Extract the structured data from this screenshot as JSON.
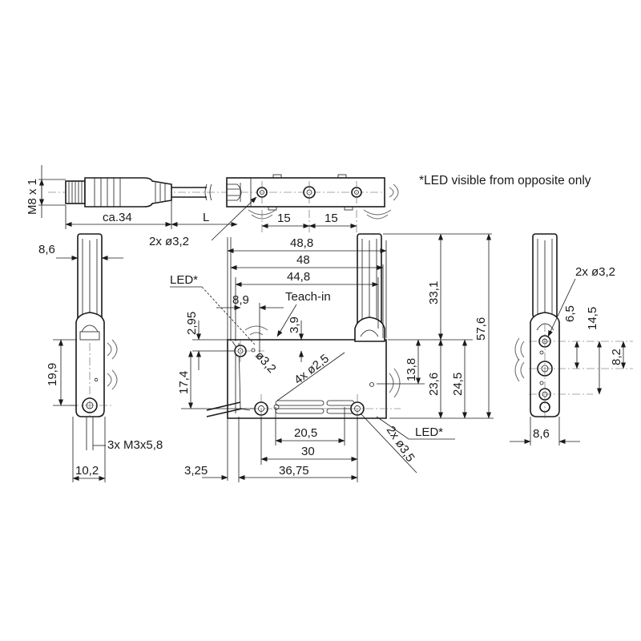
{
  "note": "*LED visible from opposite only",
  "connector": {
    "thread": "M8 x 1",
    "length": "ca.34",
    "cable": "L"
  },
  "top_view": {
    "pitch_left": "15",
    "pitch_right": "15",
    "holes": "2x ø3,2"
  },
  "left_view": {
    "width_top": "8,6",
    "height": "19,9",
    "screws": "3x M3x5,8",
    "width_bottom": "10,2"
  },
  "front_view": {
    "w1": "48,8",
    "w2": "48",
    "w3": "44,8",
    "led_label": "LED*",
    "offset_89": "8,9",
    "teach_label": "Teach-in",
    "d295": "2,95",
    "d39": "3,9",
    "hole_32": "ø3,2",
    "holes_25": "4x ø2,5",
    "d174": "17,4",
    "d331": "33,1",
    "d576": "57,6",
    "d138": "13,8",
    "d236": "23,6",
    "d245": "24,5",
    "d205": "20,5",
    "d30": "30",
    "led_label_2": "LED*",
    "holes_35": "2x ø3,5",
    "d325": "3,25",
    "d3675": "36,75"
  },
  "right_view": {
    "holes": "2x ø3,2",
    "d65": "6,5",
    "d145": "14,5",
    "d82": "8,2",
    "width": "8,6"
  }
}
